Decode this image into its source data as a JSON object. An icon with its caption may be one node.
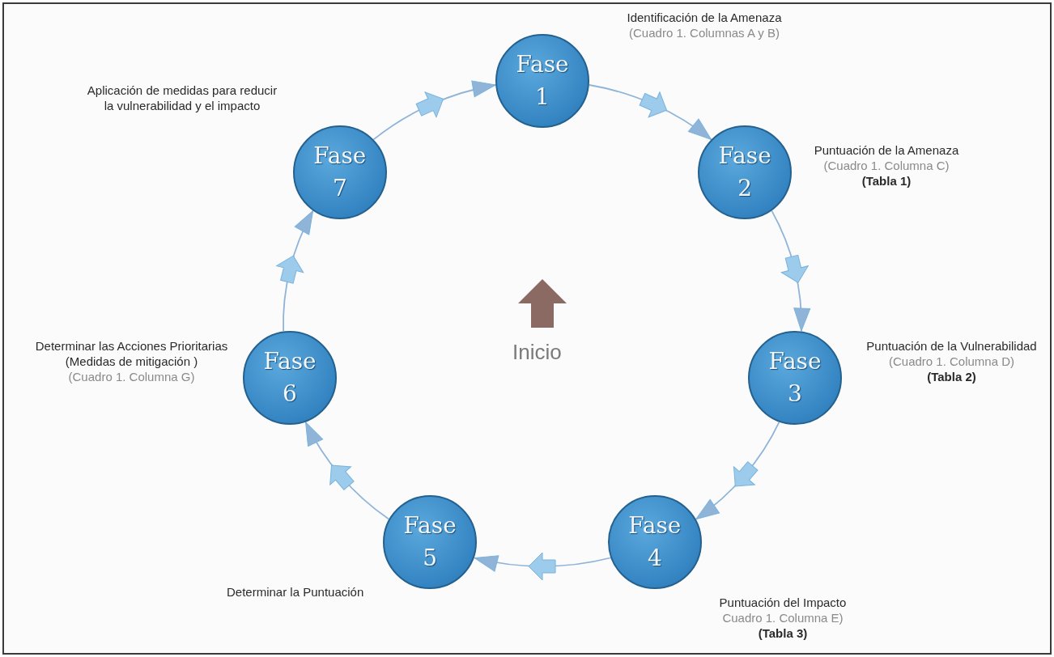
{
  "diagram": {
    "nodes": [
      {
        "text": [
          "Fase 1"
        ],
        "beside": [
          "Identificación de la Amenaza",
          "(Cuadro 1. Columnas A y B)"
        ]
      },
      {
        "text": [
          "Fase 2"
        ],
        "beside": [
          "Puntuación de la Amenaza",
          "(Cuadro 1. Columna C)",
          "(Tabla 1)"
        ]
      },
      {
        "text": [
          "Fase 3"
        ],
        "beside": [
          "Puntuación de la Vulnerabilidad",
          "(Cuadro 1. Columna D)",
          "(Tabla 2)"
        ]
      },
      {
        "text": [
          "Fase 4"
        ],
        "beside": [
          "Puntuación del Impacto",
          "Cuadro 1. Columna E)",
          "(Tabla 3)"
        ]
      },
      {
        "text": [
          "Fase 5"
        ],
        "beside": [
          "Determinar la Puntuación"
        ]
      },
      {
        "text": [
          "Fase 6"
        ],
        "beside": [
          "Determinar las Acciones Prioritarias (Medidas de mitigación )",
          "(Cuadro 1. Columna G)"
        ]
      },
      {
        "text": [
          "Fase 7"
        ],
        "beside": [
          "Aplicación de medidas para reducir la vulnerabilidad y el impacto"
        ]
      }
    ],
    "edges": [
      {
        "from": 0,
        "to": 1,
        "arrow": "to"
      },
      {
        "from": 1,
        "to": 2,
        "arrow": "to"
      },
      {
        "from": 2,
        "to": 3,
        "arrow": "to"
      },
      {
        "from": 3,
        "to": 4,
        "arrow": "to"
      },
      {
        "from": 4,
        "to": 5,
        "arrow": "to"
      },
      {
        "from": 5,
        "to": 6,
        "arrow": "to"
      },
      {
        "from": 6,
        "to": 0,
        "arrow": "to"
      }
    ],
    "labels": [
      "Inicio"
    ]
  }
}
